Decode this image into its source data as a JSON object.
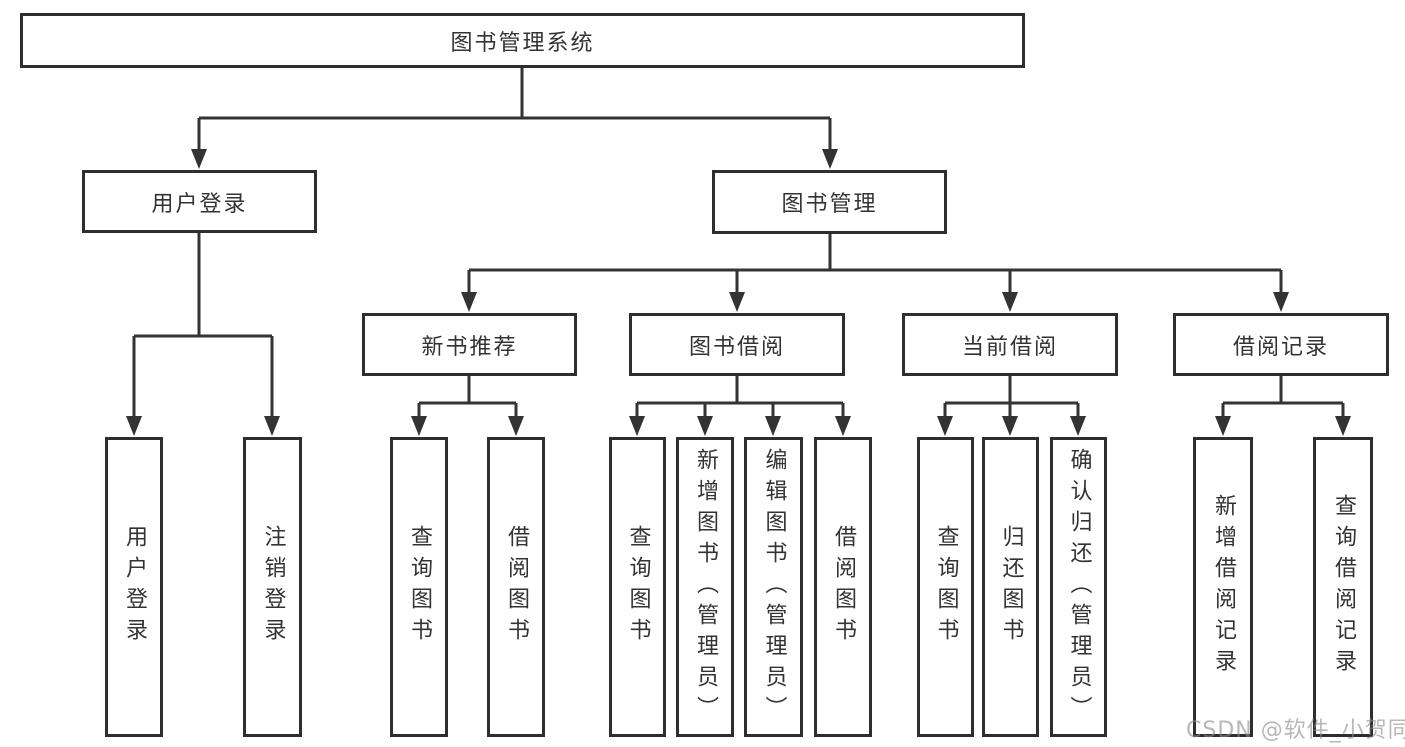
{
  "diagram": {
    "title": "图书管理系统",
    "root": {
      "label": "图书管理系统"
    },
    "level2": [
      {
        "label": "用户登录"
      },
      {
        "label": "图书管理"
      }
    ],
    "level3": [
      {
        "label": "新书推荐"
      },
      {
        "label": "图书借阅"
      },
      {
        "label": "当前借阅"
      },
      {
        "label": "借阅记录"
      }
    ],
    "leaves": {
      "user_login": [
        "用户登录",
        "注销登录"
      ],
      "new_book": [
        "查询图书",
        "借阅图书"
      ],
      "book_borrow": [
        "查询图书",
        "新增图书（管理员）",
        "编辑图书（管理员）",
        "借阅图书"
      ],
      "current_borrow": [
        "查询图书",
        "归还图书",
        "确认归还（管理员）"
      ],
      "borrow_record": [
        "新增借阅记录",
        "查询借阅记录"
      ]
    },
    "colors": {
      "line": "#333333",
      "border": "#2e2e2e",
      "text": "#333333",
      "background": "#ffffff",
      "watermark": "#8a8a8a"
    }
  },
  "watermark": {
    "text": "CSDN @软件_小贺同学"
  }
}
